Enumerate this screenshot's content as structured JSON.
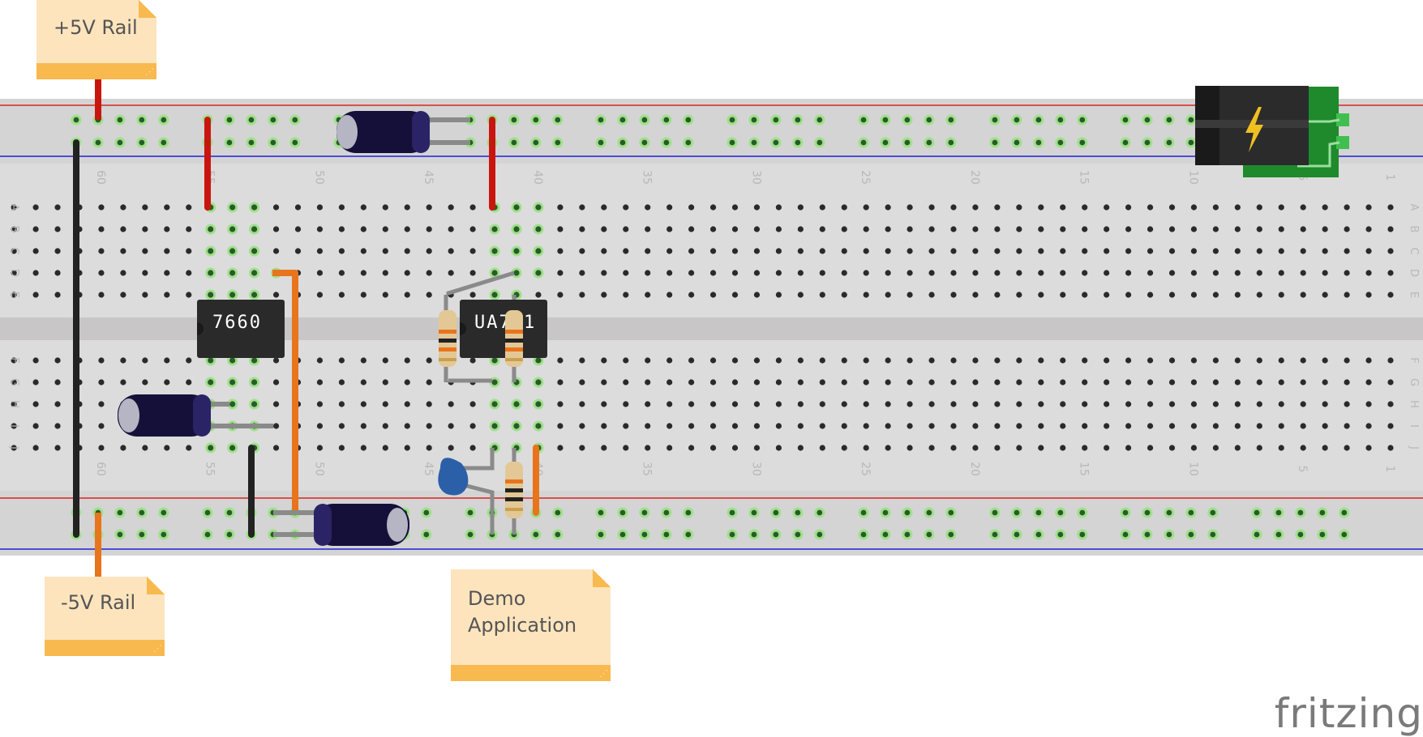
{
  "notes": {
    "pos_rail": "+5V Rail",
    "neg_rail": "-5V Rail",
    "demo": "Demo\nApplication"
  },
  "chips": {
    "converter": "7660",
    "opamp": "UA741"
  },
  "logo": "fritzing",
  "breadboard": {
    "row_letters_top": [
      "A",
      "B",
      "C",
      "D",
      "E"
    ],
    "row_letters_bottom": [
      "F",
      "G",
      "H",
      "I",
      "J"
    ],
    "column_numbers": [
      "60",
      "55",
      "50",
      "45",
      "40",
      "35",
      "30",
      "25",
      "20",
      "15",
      "10",
      "5",
      "1"
    ]
  },
  "colors": {
    "board": "#dcdcdc",
    "rail_positive": "#d8261f",
    "rail_negative": "#2020d8",
    "wire_red": "#c8160f",
    "wire_orange": "#e8741c",
    "wire_black": "#222222",
    "capacitor": "#15103a",
    "chip": "#2a2a2a",
    "power_jack_board": "#1e8a2c",
    "note_body": "#fde4bd",
    "note_bar": "#f8b94e"
  },
  "icons": {
    "power_jack": "lightning-bolt-icon"
  }
}
